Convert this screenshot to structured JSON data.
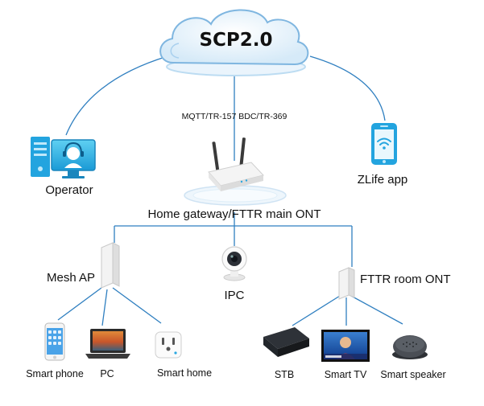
{
  "cloud": {
    "title": "SCP2.0"
  },
  "protocol_label": "MQTT/TR-157 BDC/TR-369",
  "gateway": {
    "label": "Home gateway/FTTR main ONT"
  },
  "operator": {
    "label": "Operator"
  },
  "zlife": {
    "label": "ZLife app"
  },
  "mesh_ap": {
    "label": "Mesh AP"
  },
  "ipc": {
    "label": "IPC"
  },
  "fttr_room": {
    "label": "FTTR room ONT"
  },
  "mesh_devices": [
    {
      "label": "Smart phone",
      "icon": "smartphone-icon"
    },
    {
      "label": "PC",
      "icon": "laptop-icon"
    },
    {
      "label": "Smart home",
      "icon": "smart-plug-icon"
    }
  ],
  "room_devices": [
    {
      "label": "STB",
      "icon": "set-top-box-icon"
    },
    {
      "label": "Smart TV",
      "icon": "smart-tv-icon"
    },
    {
      "label": "Smart speaker",
      "icon": "smart-speaker-icon"
    }
  ],
  "colors": {
    "line": "#2f7fc0",
    "cloud": "#e4f1fb",
    "accent": "#2aa7e0"
  }
}
